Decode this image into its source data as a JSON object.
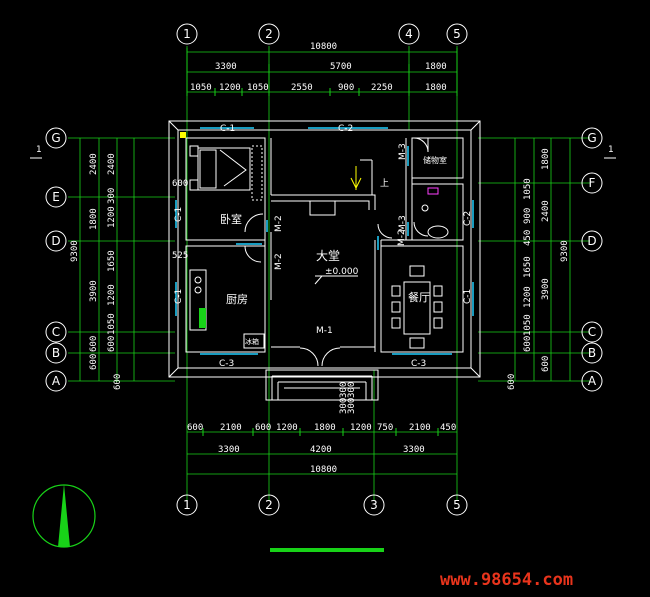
{
  "axes": {
    "top": [
      "1",
      "2",
      "4",
      "5"
    ],
    "bottom": [
      "1",
      "2",
      "3",
      "5"
    ],
    "left": [
      "G",
      "E",
      "D",
      "C",
      "B",
      "A"
    ],
    "right": [
      "G",
      "F",
      "D",
      "C",
      "B",
      "A"
    ]
  },
  "dims": {
    "top_total": "10800",
    "top_mid": [
      "3300",
      "5700",
      "1800"
    ],
    "top_detail": [
      "1050",
      "1200",
      "1050",
      "2550",
      "900",
      "2250",
      "1800"
    ],
    "bottom_detail": [
      "600",
      "2100",
      "600",
      "1200",
      "1800",
      "1200",
      "750",
      "2100",
      "450"
    ],
    "bottom_mid": [
      "3300",
      "4200",
      "3300"
    ],
    "bottom_total": "10800",
    "left_total": "9300",
    "left_outer": [
      "2400",
      "1800",
      "3900",
      "600",
      "600"
    ],
    "left_inner": [
      "2400",
      "300",
      "1200",
      "1650",
      "1200",
      "1050",
      "600"
    ],
    "left_small": "600",
    "left_mark": "525",
    "right_outer": [
      "1800",
      "2400",
      "3900",
      "600"
    ],
    "right_total": "9300",
    "right_inner": [
      "1050",
      "900",
      "450",
      "1650",
      "1200",
      "1050",
      "600"
    ],
    "right_small": "600",
    "steps": [
      "300",
      "300",
      "300",
      "300"
    ]
  },
  "windows": {
    "top_left": "C-1",
    "top_mid": "C-2",
    "left_upper": "C-1",
    "left_lower": "C-1",
    "right_upper": "C-2",
    "right_lower": "C-1",
    "bottom_left": "C-3",
    "bottom_right": "C-3"
  },
  "doors": {
    "m1": "M-1",
    "m2_bedroom": "M-2",
    "m2_kitchen": "M-2",
    "m2_dining": "M-2",
    "m3_storage": "M-3",
    "m3_bath": "M-3"
  },
  "rooms": {
    "bedroom": "卧室",
    "kitchen": "厨房",
    "hall": "大堂",
    "elevation": "±0.000",
    "dining": "餐厅",
    "storage": "储物室",
    "stair_up": "上",
    "bed_label": "600",
    "kitchen_label": "冰箱"
  },
  "watermark": "www.98654.com"
}
